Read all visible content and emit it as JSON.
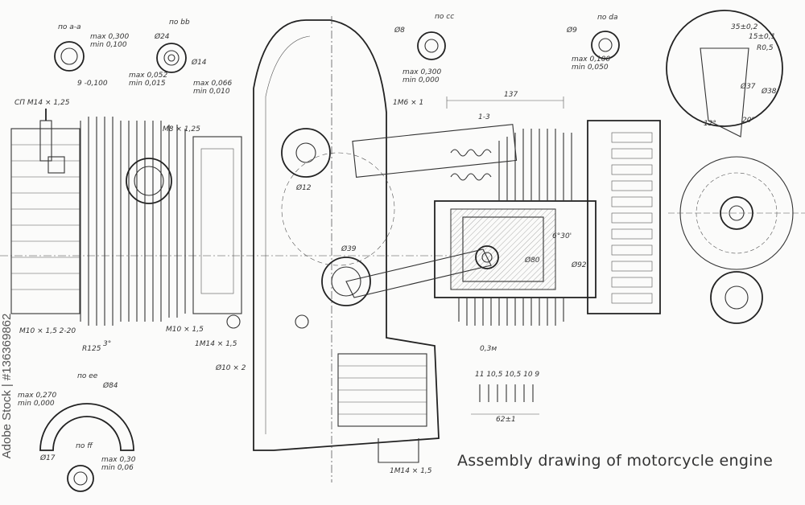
{
  "title": "Assembly drawing of motorcycle engine",
  "credit": "Adobe Stock | #136369862",
  "detail_labels": {
    "a": "по а-а",
    "b": "по bb",
    "c": "по cc",
    "d": "по da",
    "e": "по ee",
    "f": "по ff"
  },
  "annotations": {
    "max_a": "max 0,300",
    "min_a": "min 0,100",
    "thread_a": "9 -0,100",
    "spark": "СП М14 × 1,25",
    "m8": "М8 × 1,25",
    "m10": "М10 × 1,5",
    "r125": "R125",
    "deg3": "3°",
    "m14a": "1М14 × 1,5",
    "d10": "Ø10 × 2",
    "m16": "1М6 × 1",
    "len137": "137",
    "len13": "1-3",
    "d39": "Ø39",
    "d12": "Ø12",
    "ang": "6°30'",
    "d80": "Ø80",
    "d92": "Ø92",
    "m03": "0,3м",
    "max_c": "max 0,300",
    "min_c": "min 0,000",
    "max_b": "max 0,052",
    "min_b": "min 0,015",
    "max_b2": "max 0,066",
    "min_b2": "min 0,010",
    "max_d": "max 0,100",
    "min_d": "min 0,050",
    "d9": "Ø9",
    "d8": "Ø8",
    "d24": "Ø24",
    "d14": "Ø14",
    "dim35": "35±0,2",
    "dim15": "15±0,1",
    "r05": "R0,5",
    "d38": "Ø38",
    "d37": "Ø37",
    "deg12": "12°",
    "deg20": "20°",
    "max_e": "max 0,270",
    "min_e": "min 0,000",
    "d84": "Ø84",
    "max_f": "max 0,30",
    "min_f": "min 0,06",
    "d17": "Ø17",
    "springs": "11  10,5  10,5  10   9",
    "dim62": "62±1",
    "thread_bottom": "1М14 × 1,5",
    "m12": "M10 × 1,5 2-20"
  }
}
